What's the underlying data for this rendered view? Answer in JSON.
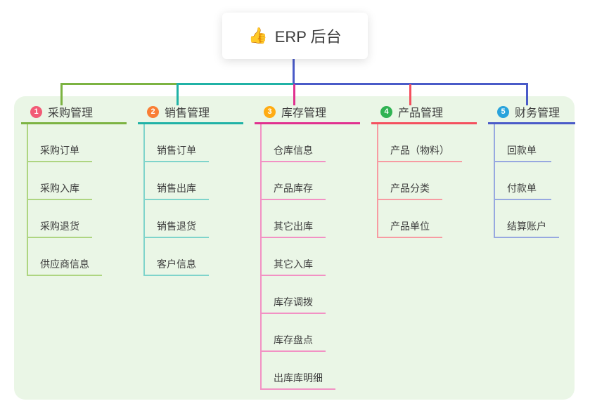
{
  "root": {
    "icon": "👍",
    "label": "ERP 后台"
  },
  "connector_color": "#4a5bc8",
  "panel_color": "#eaf6e6",
  "branches": [
    {
      "badge": "1",
      "label": "采购管理",
      "badge_color": "#f25b76",
      "line_color": "#7cb342",
      "child_line_color": "#aed581",
      "children": [
        "采购订单",
        "采购入库",
        "采购退货",
        "供应商信息"
      ]
    },
    {
      "badge": "2",
      "label": "销售管理",
      "badge_color": "#f97e35",
      "line_color": "#20b2a6",
      "child_line_color": "#7fd4cb",
      "children": [
        "销售订单",
        "销售出库",
        "销售退货",
        "客户信息"
      ]
    },
    {
      "badge": "3",
      "label": "库存管理",
      "badge_color": "#ffac13",
      "line_color": "#e0318f",
      "child_line_color": "#f291c4",
      "children": [
        "仓库信息",
        "产品库存",
        "其它出库",
        "其它入库",
        "库存调拨",
        "库存盘点",
        "出库库明细"
      ]
    },
    {
      "badge": "4",
      "label": "产品管理",
      "badge_color": "#30b353",
      "line_color": "#f4505e",
      "child_line_color": "#f79ba2",
      "children": [
        "产品（物料）",
        "产品分类",
        "产品单位"
      ]
    },
    {
      "badge": "5",
      "label": "财务管理",
      "badge_color": "#29a3dc",
      "line_color": "#4a5bc8",
      "child_line_color": "#97a8e0",
      "children": [
        "回款单",
        "付款单",
        "结算账户"
      ]
    }
  ]
}
